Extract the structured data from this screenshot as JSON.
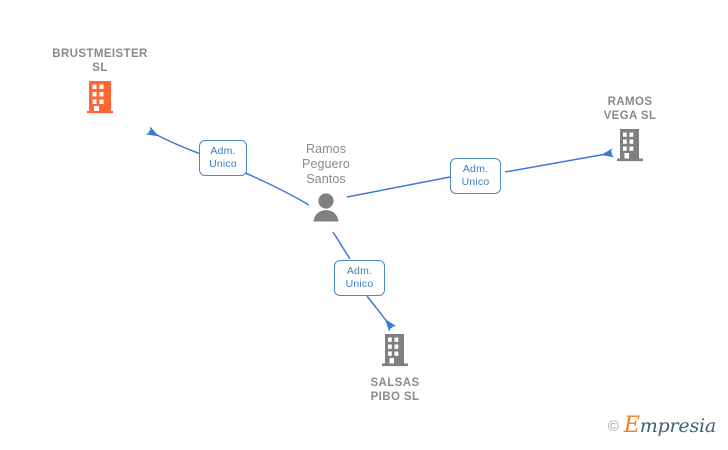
{
  "diagram": {
    "title": "Corporate relationship diagram",
    "background": "#ffffff",
    "edge_color": "#3c78d8",
    "label_box_border": "#4a86c8",
    "label_box_text_color": "#3d7ebf",
    "company_label_color": "#8a8a8a",
    "person_label_color": "#8a8a8a",
    "nodes": [
      {
        "id": "brustmeister",
        "label": "BRUSTMEISTER\nSL",
        "type": "company",
        "icon": "building-icon",
        "icon_color": "#ff6633",
        "label_position": "above"
      },
      {
        "id": "ramos-vega",
        "label": "RAMOS\nVEGA SL",
        "type": "company",
        "icon": "building-icon",
        "icon_color": "#808080",
        "label_position": "above"
      },
      {
        "id": "salsas-pibo",
        "label": "SALSAS\nPIBO  SL",
        "type": "company",
        "icon": "building-icon",
        "icon_color": "#808080",
        "label_position": "below"
      },
      {
        "id": "ramos-peguero-santos",
        "label": "Ramos\nPeguero\nSantos",
        "type": "person",
        "icon": "person-icon",
        "icon_color": "#808080",
        "label_position": "above"
      }
    ],
    "edges": [
      {
        "id": "edge-brustmeister",
        "from": "ramos-peguero-santos",
        "to": "brustmeister",
        "label": "Adm.\nUnico"
      },
      {
        "id": "edge-ramos-vega",
        "from": "ramos-peguero-santos",
        "to": "ramos-vega",
        "label": "Adm.\nUnico"
      },
      {
        "id": "edge-salsas-pibo",
        "from": "ramos-peguero-santos",
        "to": "salsas-pibo",
        "label": "Adm.\nUnico"
      }
    ]
  },
  "watermark": {
    "copyright": "©",
    "brand_initial": "E",
    "brand_rest": "mpresia"
  }
}
